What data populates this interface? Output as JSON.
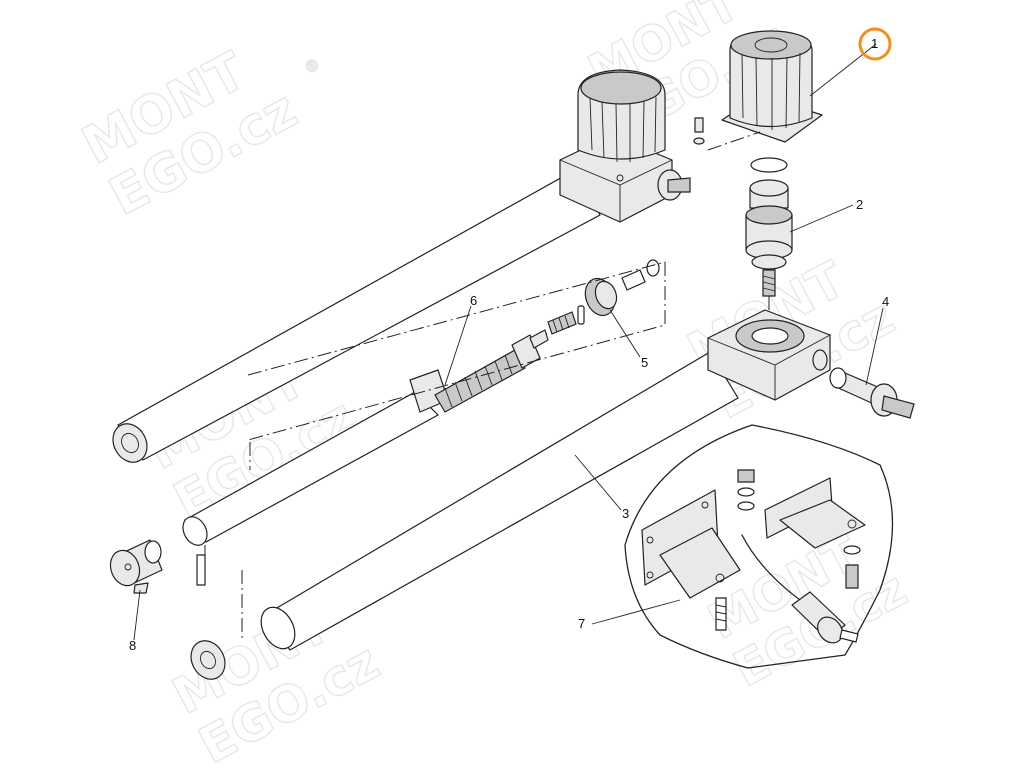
{
  "watermark": {
    "line1": "MONT",
    "line2": "EGO.cz",
    "registered": "®"
  },
  "callouts": [
    {
      "id": "1",
      "label": "1",
      "highlighted": true
    },
    {
      "id": "2",
      "label": "2",
      "highlighted": false
    },
    {
      "id": "3",
      "label": "3",
      "highlighted": false
    },
    {
      "id": "4",
      "label": "4",
      "highlighted": false
    },
    {
      "id": "5",
      "label": "5",
      "highlighted": false
    },
    {
      "id": "6",
      "label": "6",
      "highlighted": false
    },
    {
      "id": "7",
      "label": "7",
      "highlighted": false
    },
    {
      "id": "8",
      "label": "8",
      "highlighted": false
    }
  ],
  "colors": {
    "highlight": "#f0901e",
    "line": "#222222",
    "part_fill": "#e9e9e9",
    "watermark": "#e7e7e7"
  }
}
